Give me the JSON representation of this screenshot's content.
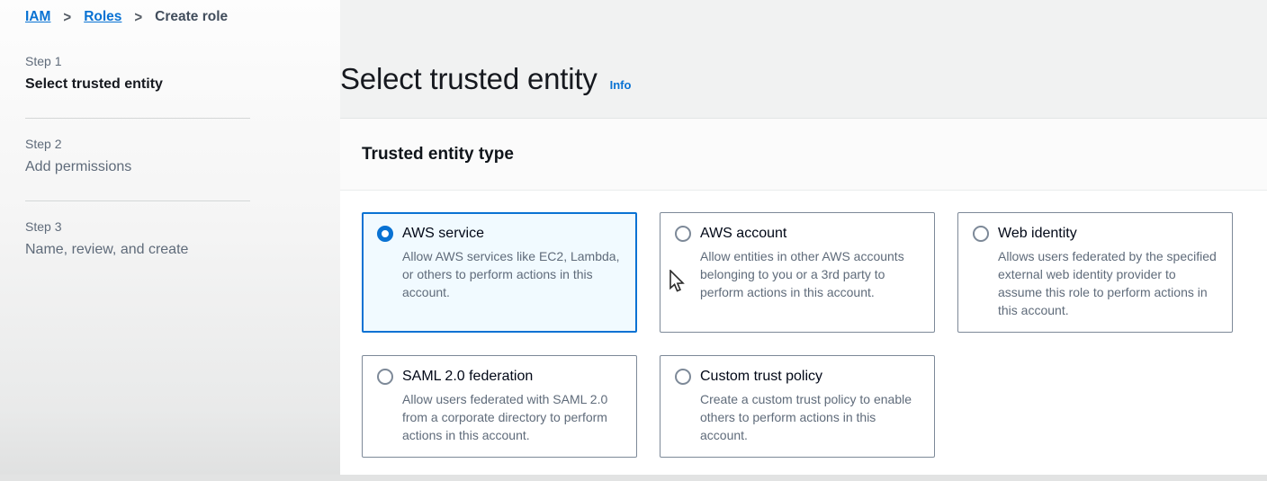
{
  "breadcrumb": {
    "separator": ">",
    "items": [
      {
        "label": "IAM",
        "type": "link"
      },
      {
        "label": "Roles",
        "type": "link"
      },
      {
        "label": "Create role",
        "type": "current"
      }
    ]
  },
  "steps": [
    {
      "step": "Step 1",
      "title": "Select trusted entity",
      "active": true
    },
    {
      "step": "Step 2",
      "title": "Add permissions",
      "active": false
    },
    {
      "step": "Step 3",
      "title": "Name, review, and create",
      "active": false
    }
  ],
  "main": {
    "title": "Select trusted entity",
    "info_label": "Info",
    "section": {
      "heading": "Trusted entity type",
      "options": [
        {
          "label": "AWS service",
          "description": "Allow AWS services like EC2, Lambda, or others to perform actions in this account.",
          "selected": true
        },
        {
          "label": "AWS account",
          "description": "Allow entities in other AWS accounts belonging to you or a 3rd party to perform actions in this account.",
          "selected": false
        },
        {
          "label": "Web identity",
          "description": "Allows users federated by the specified external web identity provider to assume this role to perform actions in this account.",
          "selected": false
        },
        {
          "label": "SAML 2.0 federation",
          "description": "Allow users federated with SAML 2.0 from a corporate directory to perform actions in this account.",
          "selected": false
        },
        {
          "label": "Custom trust policy",
          "description": "Create a custom trust policy to enable others to perform actions in this account.",
          "selected": false
        }
      ]
    }
  },
  "colors": {
    "accent": "#0972d3",
    "link": "#0972d3",
    "selected_card_bg": "#f1faff",
    "selected_card_border": "#0972d3",
    "card_border": "#7d8998"
  }
}
